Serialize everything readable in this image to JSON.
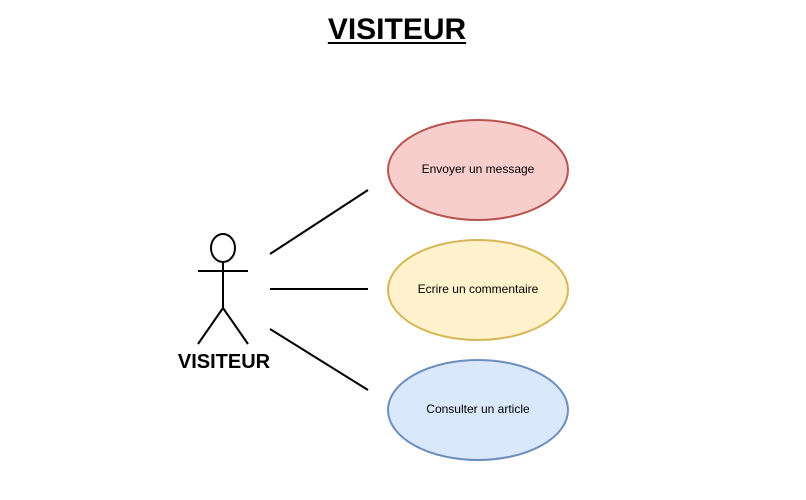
{
  "title": "VISITEUR",
  "actor": {
    "label": "VISITEUR"
  },
  "use_cases": [
    {
      "label": "Envoyer un message",
      "fill": "#f8cecc",
      "stroke": "#b85450"
    },
    {
      "label": "Ecrire un commentaire",
      "fill": "#fff2cc",
      "stroke": "#d6b656"
    },
    {
      "label": "Consulter un article",
      "fill": "#dae8fc",
      "stroke": "#6c8ebf"
    }
  ]
}
